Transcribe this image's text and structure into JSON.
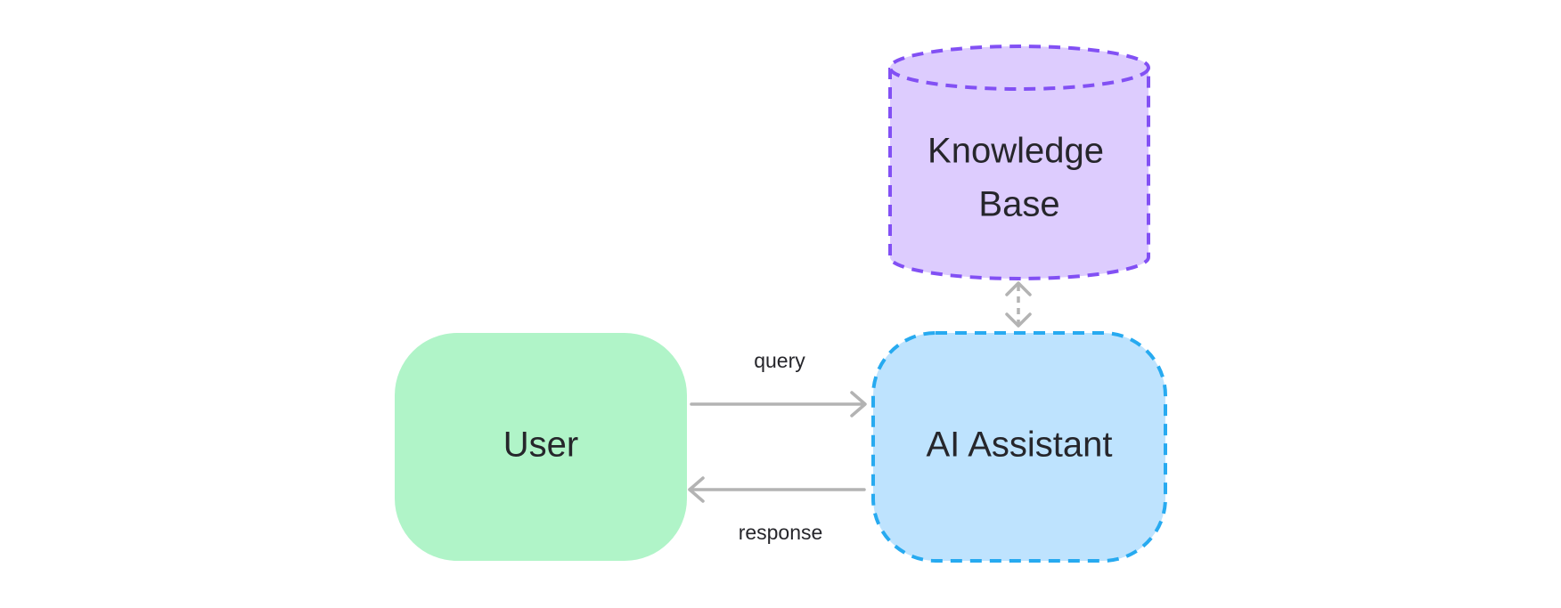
{
  "nodes": {
    "user": {
      "label": "User",
      "fill": "#b0f4c8"
    },
    "ai_assistant": {
      "label": "AI Assistant",
      "fill": "#bee3fe",
      "stroke": "#27aaf0"
    },
    "knowledge_base": {
      "label_line1": "Knowledge",
      "label_line2": "Base",
      "fill": "#ddccfe",
      "stroke": "#8250f4"
    }
  },
  "edges": {
    "query": {
      "label": "query"
    },
    "response": {
      "label": "response"
    }
  },
  "colors": {
    "arrow": "#b3b3b3"
  }
}
